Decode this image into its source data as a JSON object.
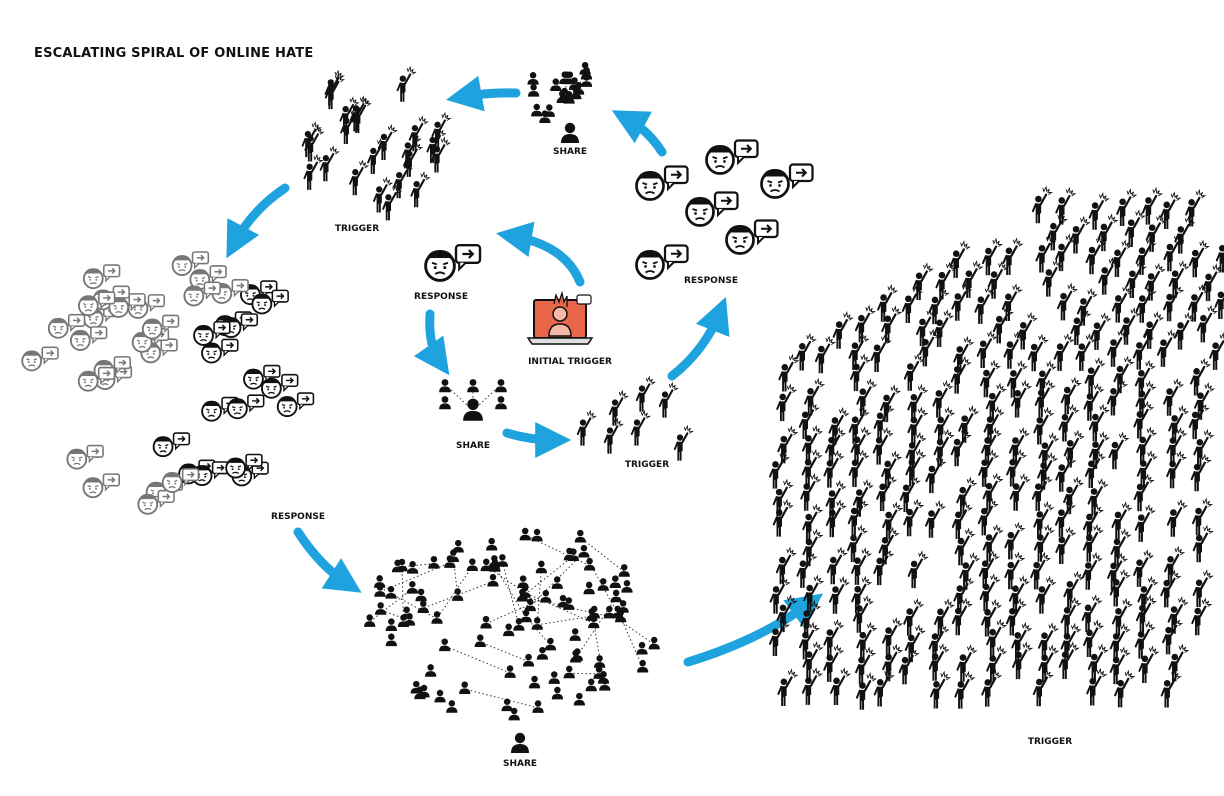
{
  "title": "ESCALATING SPIRAL OF ONLINE HATE",
  "labels": {
    "initial_trigger": "INITIAL TRIGGER",
    "response": "RESPONSE",
    "share": "SHARE",
    "trigger": "TRIGGER"
  },
  "colors": {
    "arrow": "#1fa3de",
    "ink": "#111111",
    "grey": "#777777",
    "trigger_accent": "#e8664a"
  },
  "icons": [
    "angry-face-icon",
    "speech-arrow-icon",
    "raised-fist-icon",
    "person-icon",
    "laptop-trigger-icon"
  ]
}
